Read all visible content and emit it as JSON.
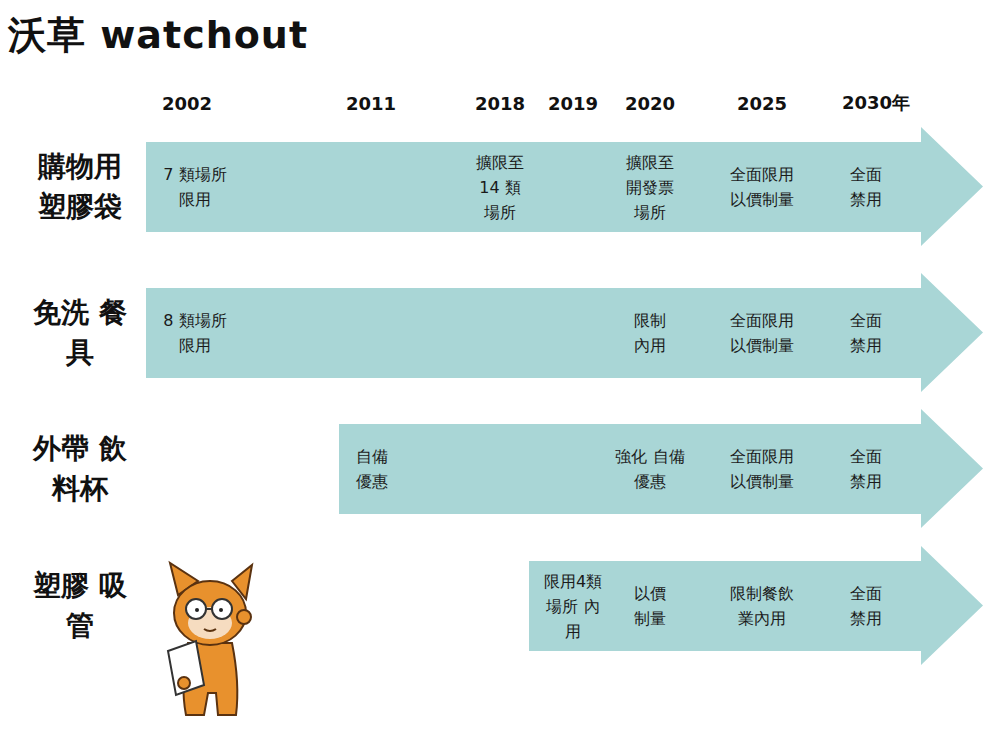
{
  "diagram": {
    "title": "沃草 watchout",
    "nodes": [
      {
        "text": [
          "購物用 塑膠袋",
          "7 類場所 限用",
          "擴限至 14 類 場所",
          "擴限至 開發票 場所",
          "全面限用 以價制量",
          "全面 禁用"
        ]
      },
      {
        "text": [
          "免洗 餐具",
          "8 類場所 限用",
          "限制 內用",
          "全面限用 以價制量",
          "全面 禁用"
        ]
      },
      {
        "text": [
          "外帶 飲料杯",
          "自備 優惠",
          "強化 自備優惠",
          "全面限用 以價制量",
          "全面 禁用"
        ]
      },
      {
        "text": [
          "塑膠 吸管",
          "限用4類 場所 內用",
          "以價 制量",
          "限制餐飲 業內用",
          "全面 禁用"
        ]
      }
    ],
    "labels": [
      "2002",
      "2011",
      "2018",
      "2019",
      "2020",
      "2025",
      "2030年"
    ]
  }
}
